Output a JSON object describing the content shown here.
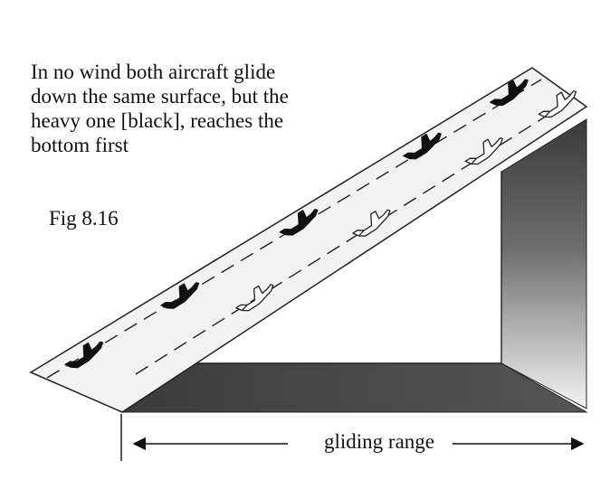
{
  "caption": {
    "lines": [
      "In no wind both aircraft glide",
      "down the same surface, but the",
      "heavy one [black], reaches the",
      "bottom first"
    ]
  },
  "figure_label": "Fig 8.16",
  "range_label": "gliding range",
  "colors": {
    "heavy_aircraft": "#111111",
    "light_aircraft": "#ffffff",
    "glide_surface": "#f2f2f2",
    "outline": "#222222",
    "shadow_floor": "#4a4a4a",
    "wall_top": "#3a3a3a",
    "wall_bottom": "#f4f4f4"
  },
  "aircraft": {
    "heavy_positions": [
      0.05,
      0.26,
      0.52,
      0.79,
      0.98
    ],
    "light_positions": [
      0.28,
      0.55,
      0.81,
      0.98
    ]
  }
}
